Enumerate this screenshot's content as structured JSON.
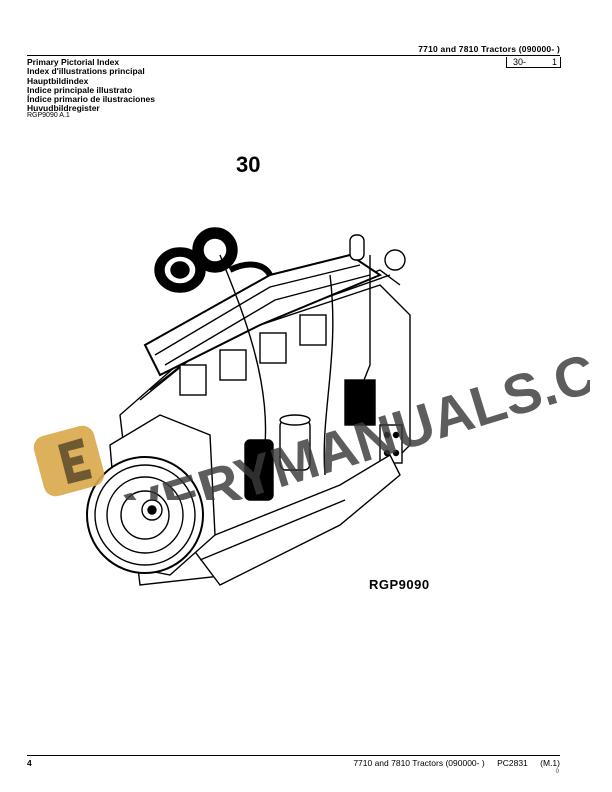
{
  "header": {
    "title": "7710 and 7810 Tractors (090000- )",
    "page_ref": {
      "section": "30-",
      "page": "1"
    }
  },
  "index_titles": [
    "Primary Pictorial Index",
    "Index d'illustrations principal",
    "Hauptbildindex",
    "Indice principale illustrato",
    "Índice primario de ilustraciones",
    "Huvudbildregister"
  ],
  "reference_code": "RGP9090 A.1",
  "section_number": "30",
  "figure": {
    "label": "RGP9090",
    "description": "engine-illustration"
  },
  "watermark": {
    "text": "EVERYMANUALS.COM",
    "logo_letter": "E",
    "logo_color": "#d9a84a",
    "text_color": "#3a3a3a"
  },
  "footer": {
    "page_number": "4",
    "title": "7710 and 7810 Tractors (090000- )",
    "doc_code": "PC2831",
    "revision": "(M.1)",
    "mark": "0"
  }
}
